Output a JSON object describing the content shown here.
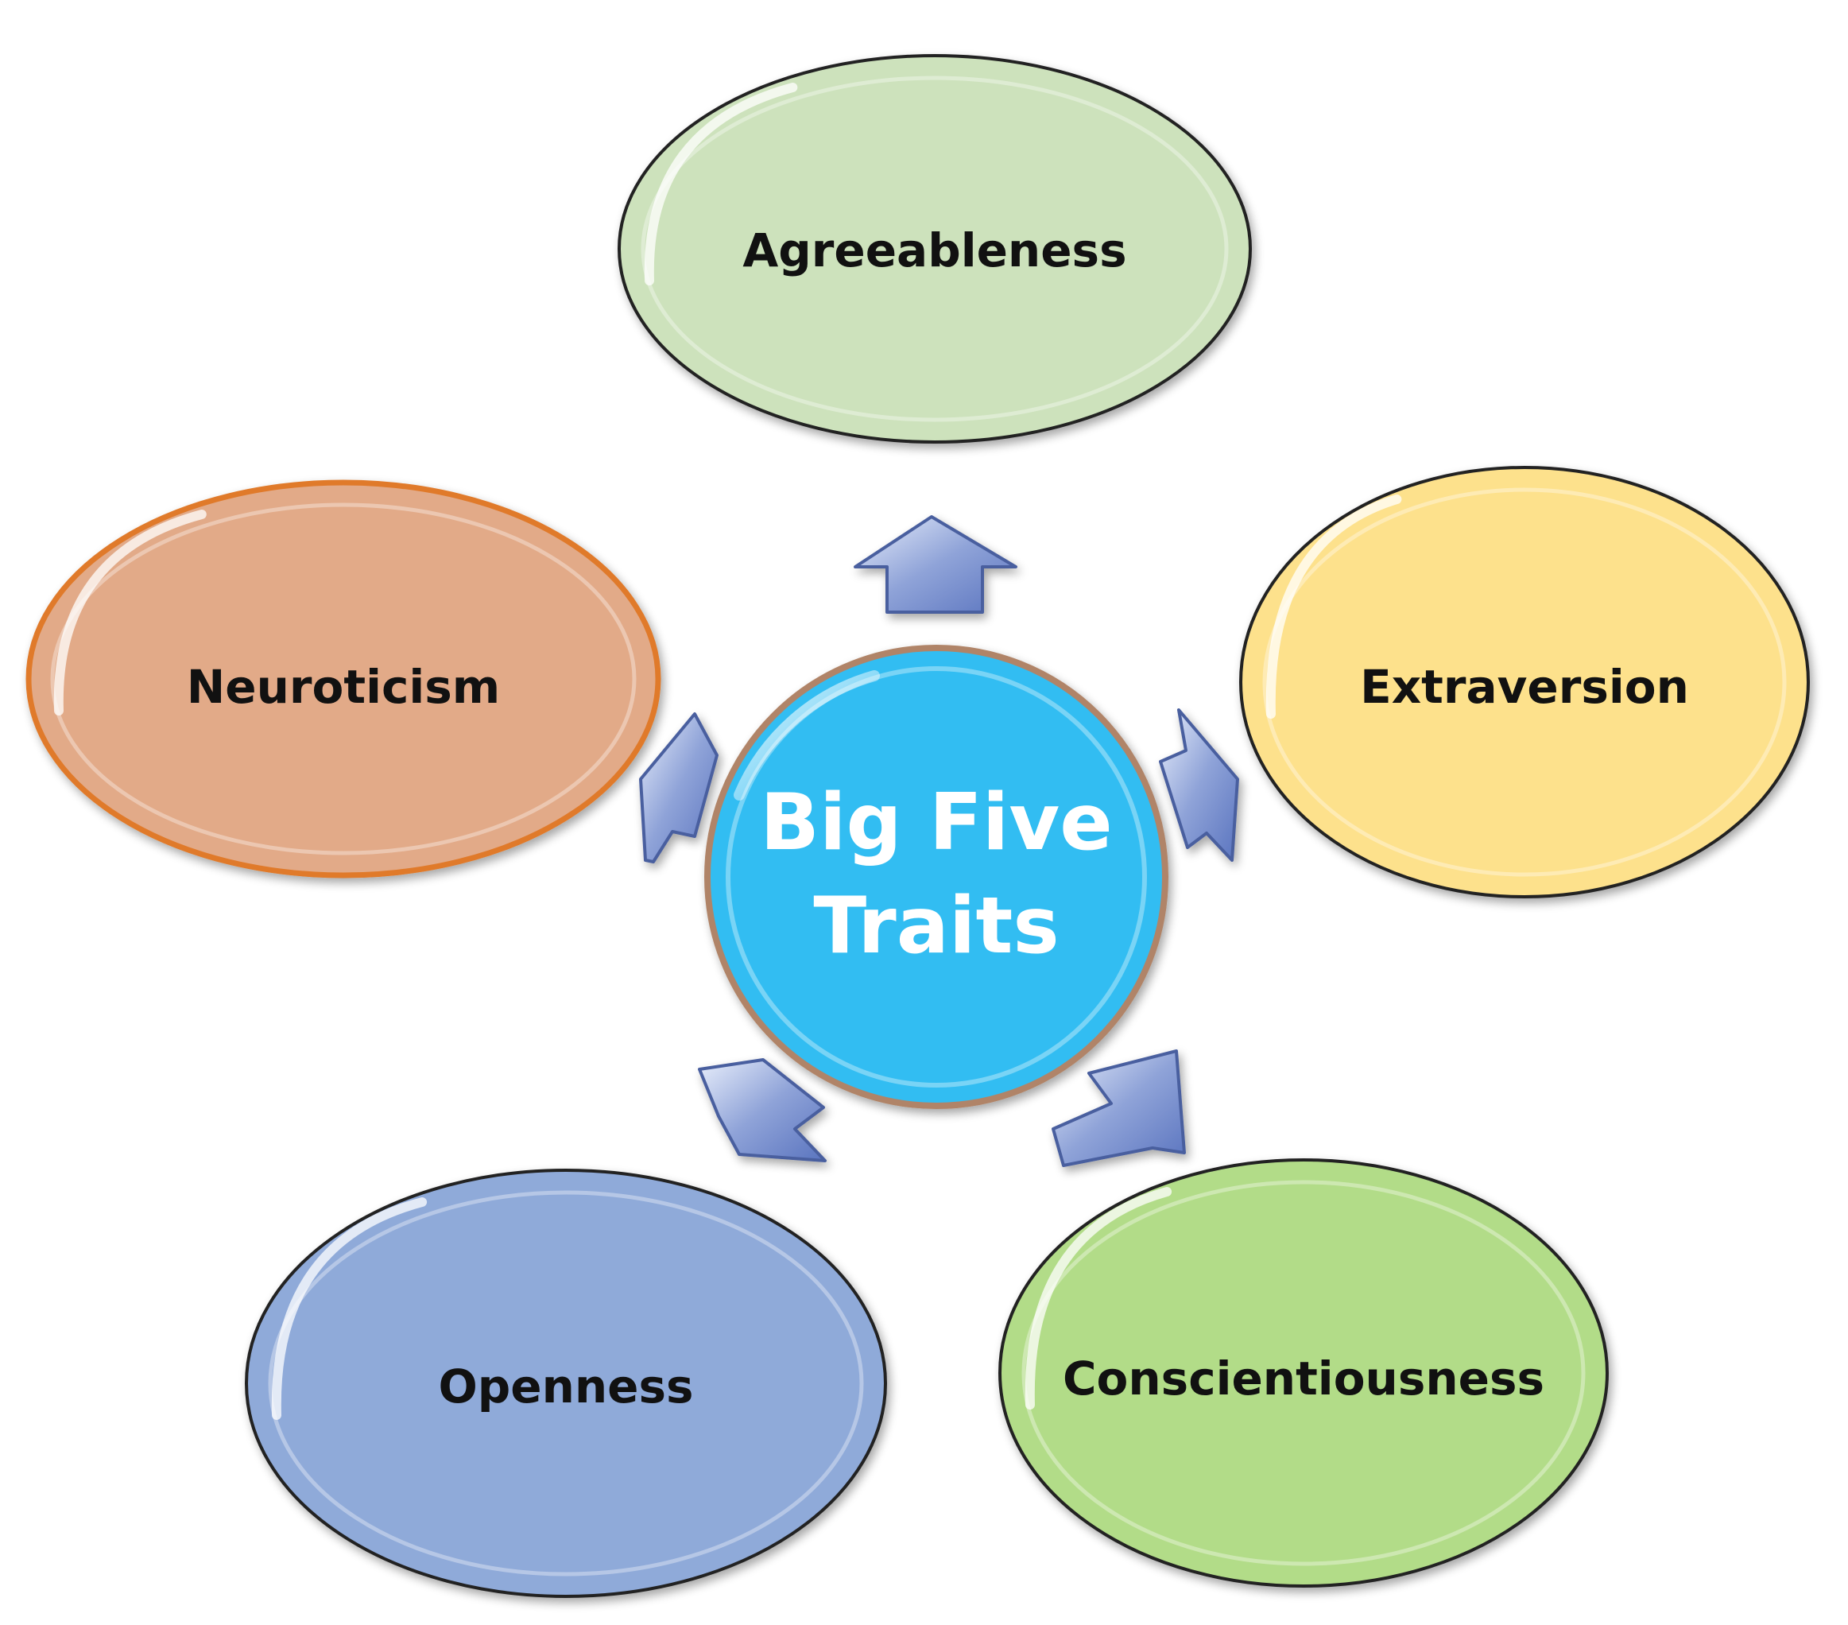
{
  "center": {
    "line1": "Big Five",
    "line2": "Traits",
    "color": "#33bdf2",
    "stroke": "#b08468"
  },
  "traits": [
    {
      "label": "Agreeableness",
      "color": "#cde2bc"
    },
    {
      "label": "Extraversion",
      "color": "#fde18c"
    },
    {
      "label": "Conscientiousness",
      "color": "#b2dc88"
    },
    {
      "label": "Openness",
      "color": "#8faad9"
    },
    {
      "label": "Neuroticism",
      "color": "#e2aa88",
      "stroke": "#e07a2c"
    }
  ],
  "arrow_color": "#8fa3d8"
}
